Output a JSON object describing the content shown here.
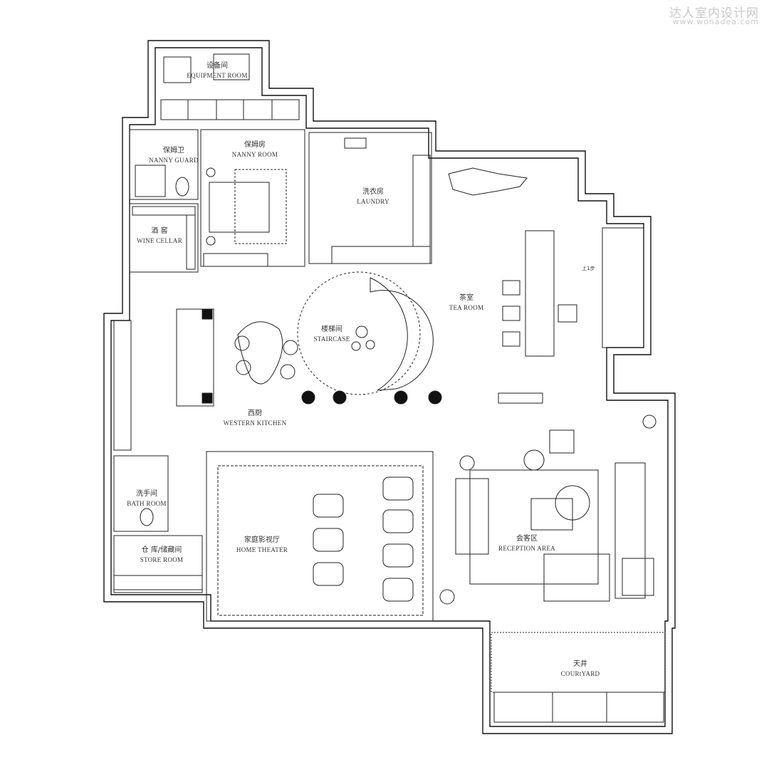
{
  "watermark": {
    "site_name": "达人室内设计网",
    "url": "www.wonadea.com"
  },
  "rooms": [
    {
      "id": "equipment-room",
      "cn": "设备间",
      "en": "EQUIPMENT ROOM"
    },
    {
      "id": "nanny-guard",
      "cn": "保姆卫",
      "en": "NANNY GUARD"
    },
    {
      "id": "nanny-room",
      "cn": "保姆房",
      "en": "NANNY ROOM"
    },
    {
      "id": "laundry",
      "cn": "洗衣房",
      "en": "LAUNDRY"
    },
    {
      "id": "wine-cellar",
      "cn": "酒 窖",
      "en": "WINE CELLAR"
    },
    {
      "id": "tea-room",
      "cn": "茶室",
      "en": "TEA ROOM"
    },
    {
      "id": "staircase",
      "cn": "楼梯间",
      "en": "STAIRCASE"
    },
    {
      "id": "western-kitchen",
      "cn": "西厨",
      "en": "WESTERN KITCHEN"
    },
    {
      "id": "bath-room",
      "cn": "洗手间",
      "en": "BATH ROOM"
    },
    {
      "id": "store-room",
      "cn": "仓 库/储藏间",
      "en": "STORE ROOM"
    },
    {
      "id": "home-theater",
      "cn": "家庭影视厅",
      "en": "HOME THEATER"
    },
    {
      "id": "reception-area",
      "cn": "会客区",
      "en": "RECEPTION AREA"
    },
    {
      "id": "courtyard",
      "cn": "天井",
      "en": "COURtYARD"
    }
  ],
  "notes": {
    "step_up": "上1步"
  }
}
